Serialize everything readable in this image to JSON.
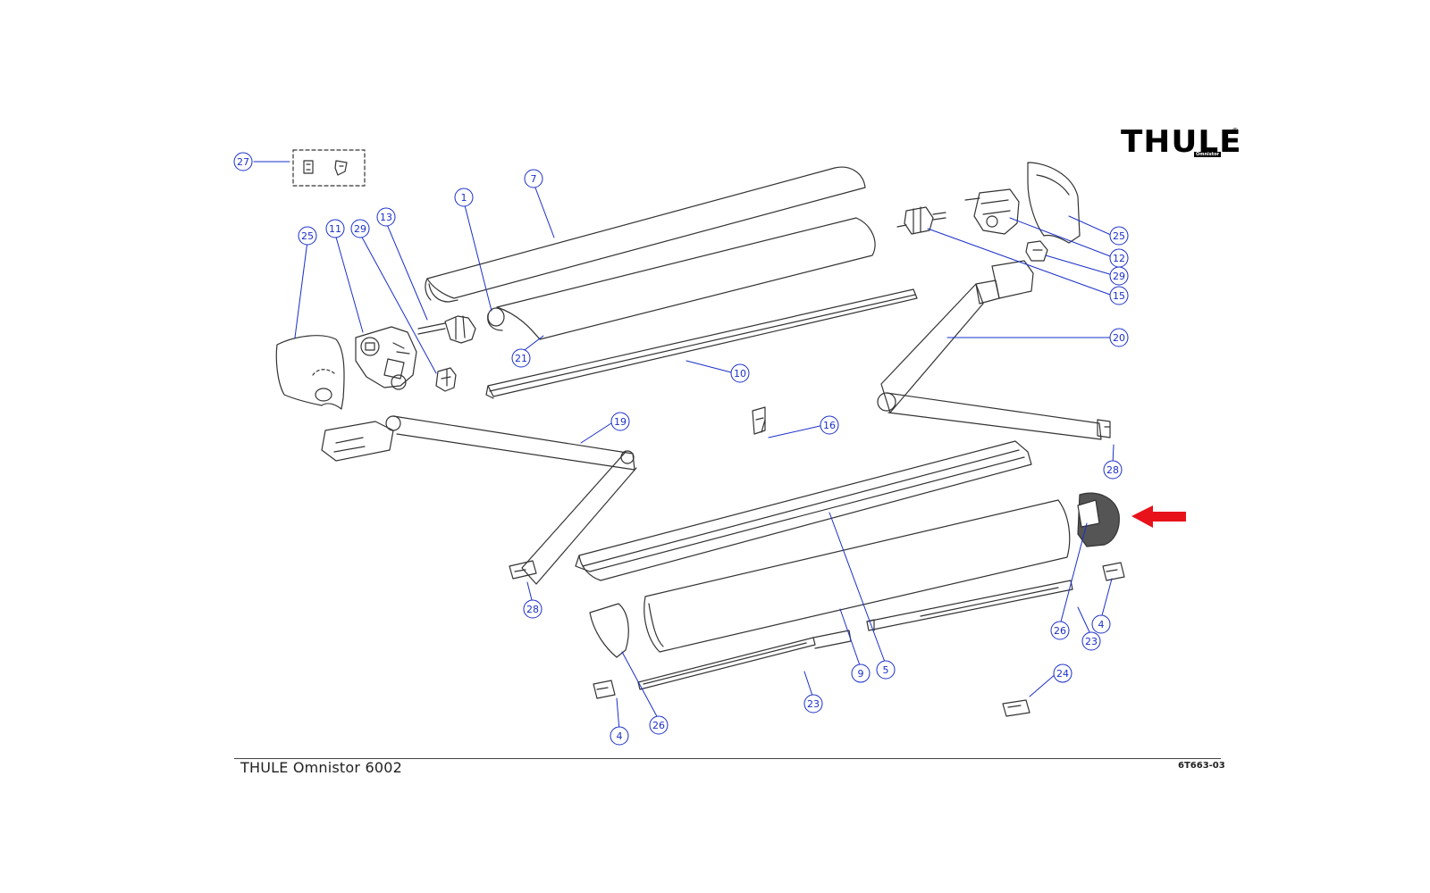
{
  "brand": {
    "logo_text": "THULE",
    "logo_mark": "®",
    "logo_sub": "Omnistor"
  },
  "footer": {
    "title": "THULE Omnistor 6002",
    "code": "6T663-03"
  },
  "colors": {
    "callout": "#1a2fc9",
    "line": "#333333",
    "highlight_arrow": "#e8121b"
  },
  "callouts": [
    {
      "id": "c27",
      "label": "27"
    },
    {
      "id": "c25a",
      "label": "25"
    },
    {
      "id": "c11",
      "label": "11"
    },
    {
      "id": "c29a",
      "label": "29"
    },
    {
      "id": "c13",
      "label": "13"
    },
    {
      "id": "c1",
      "label": "1"
    },
    {
      "id": "c7",
      "label": "7"
    },
    {
      "id": "c21",
      "label": "21"
    },
    {
      "id": "c10",
      "label": "10"
    },
    {
      "id": "c25b",
      "label": "25"
    },
    {
      "id": "c12",
      "label": "12"
    },
    {
      "id": "c29b",
      "label": "29"
    },
    {
      "id": "c15",
      "label": "15"
    },
    {
      "id": "c20",
      "label": "20"
    },
    {
      "id": "c19",
      "label": "19"
    },
    {
      "id": "c16",
      "label": "16"
    },
    {
      "id": "c28a",
      "label": "28"
    },
    {
      "id": "c28b",
      "label": "28"
    },
    {
      "id": "c26a",
      "label": "26"
    },
    {
      "id": "c4a",
      "label": "4"
    },
    {
      "id": "c23a",
      "label": "23"
    },
    {
      "id": "c5",
      "label": "5"
    },
    {
      "id": "c9",
      "label": "9"
    },
    {
      "id": "c23b",
      "label": "23"
    },
    {
      "id": "c26b",
      "label": "26"
    },
    {
      "id": "c4b",
      "label": "4"
    },
    {
      "id": "c24",
      "label": "24"
    }
  ]
}
